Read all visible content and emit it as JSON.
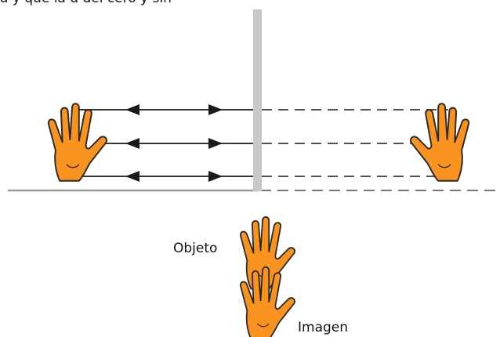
{
  "caption": {
    "text": "a y que la d del cero y sin"
  },
  "labels": {
    "object": "Objeto",
    "image": "Imagen"
  },
  "colors": {
    "hand_fill": "#f7931e",
    "hand_stroke": "#2a2a2a",
    "mirror": "#c8c8c8",
    "ground": "#9a9a9a",
    "ray": "#1a1a1a",
    "virtual_ray": "#3a3a3a"
  },
  "icons": {
    "object_hand": "hand-icon",
    "image_hand": "hand-icon"
  }
}
